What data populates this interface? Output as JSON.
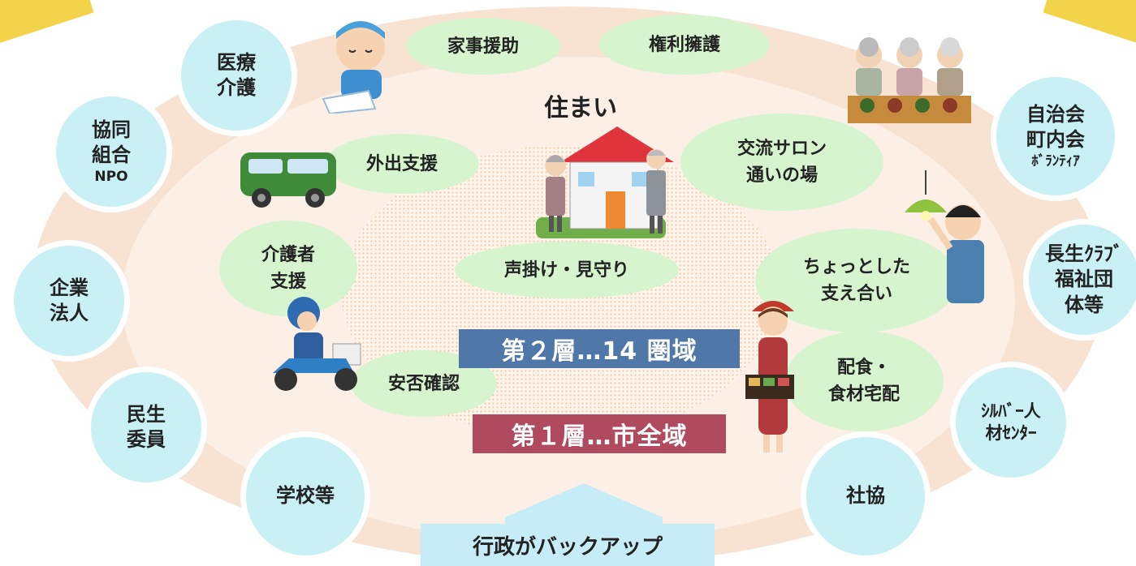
{
  "colors": {
    "circle_fill": "#c8f0f5",
    "oval_fill": "#d6f5cf",
    "layer2_banner": "#4f77a8",
    "layer1_banner": "#b04a5e",
    "arrow_fill": "#c5ecf7"
  },
  "center": {
    "title": "住まい"
  },
  "layers": {
    "layer2": "第２層…14 圏域",
    "layer1": "第１層…市全域"
  },
  "backup": {
    "label": "行政がバックアップ"
  },
  "outer_circles": {
    "medical": [
      "医療",
      "介護"
    ],
    "coop": [
      "協同",
      "組合"
    ],
    "coop_small": "NPO",
    "corporate": [
      "企業",
      "法人"
    ],
    "minsei": [
      "民生",
      "委員"
    ],
    "school": "学校等",
    "council": [
      "自治会",
      "町内会"
    ],
    "council_small": "ﾎﾞﾗﾝﾃｨｱ",
    "elders": [
      "長生ｸﾗﾌﾞ",
      "福祉団",
      "体等"
    ],
    "silver": [
      "ｼﾙﾊﾞｰ人",
      "材ｾﾝﾀｰ"
    ],
    "shakyo": "社協"
  },
  "services": {
    "housework": "家事援助",
    "rights": "権利擁護",
    "outing": "外出支援",
    "salon": [
      "交流サロン",
      "通いの場"
    ],
    "caregiver": [
      "介護者",
      "支援"
    ],
    "watch": "声掛け・見守り",
    "mutual": [
      "ちょっとした",
      "支え合い"
    ],
    "safety": "安否確認",
    "meal": [
      "配食・",
      "食材宅配"
    ]
  },
  "icons": {
    "cleaning": "cleaning-person-icon",
    "van": "van-icon",
    "house": "house-with-elderly-icon",
    "elders_meal": "elderly-group-meal-icon",
    "lamp": "lamp-helper-icon",
    "delivery": "scooter-delivery-icon",
    "meal_server": "meal-delivery-woman-icon"
  }
}
